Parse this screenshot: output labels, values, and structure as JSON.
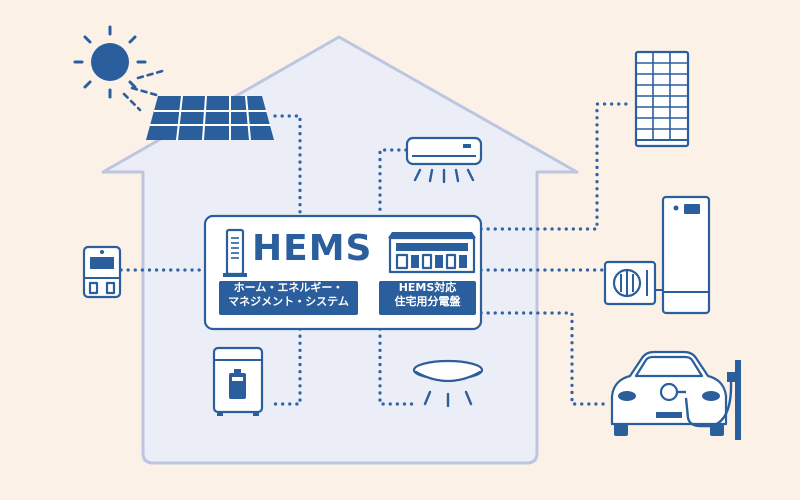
{
  "hub": {
    "title": "HEMS",
    "system_label_line1": "ホーム・エネルギー・",
    "system_label_line2": "マネジメント・システム",
    "panel_label_line1": "HEMS対応",
    "panel_label_line2": "住宅用分電盤"
  },
  "devices": [
    {
      "name": "sun-icon"
    },
    {
      "name": "solar-panel-icon"
    },
    {
      "name": "smart-meter-icon"
    },
    {
      "name": "air-conditioner-icon"
    },
    {
      "name": "storage-battery-icon"
    },
    {
      "name": "ceiling-light-icon"
    },
    {
      "name": "fuel-cell-icon"
    },
    {
      "name": "heat-pump-water-heater-icon"
    },
    {
      "name": "electric-vehicle-icon"
    },
    {
      "name": "ev-charger-icon"
    }
  ],
  "colors": {
    "background": "#fbf1e7",
    "house_fill": "#ebeef6",
    "house_stroke": "#bcc6e0",
    "accent": "#2b5e9d"
  }
}
